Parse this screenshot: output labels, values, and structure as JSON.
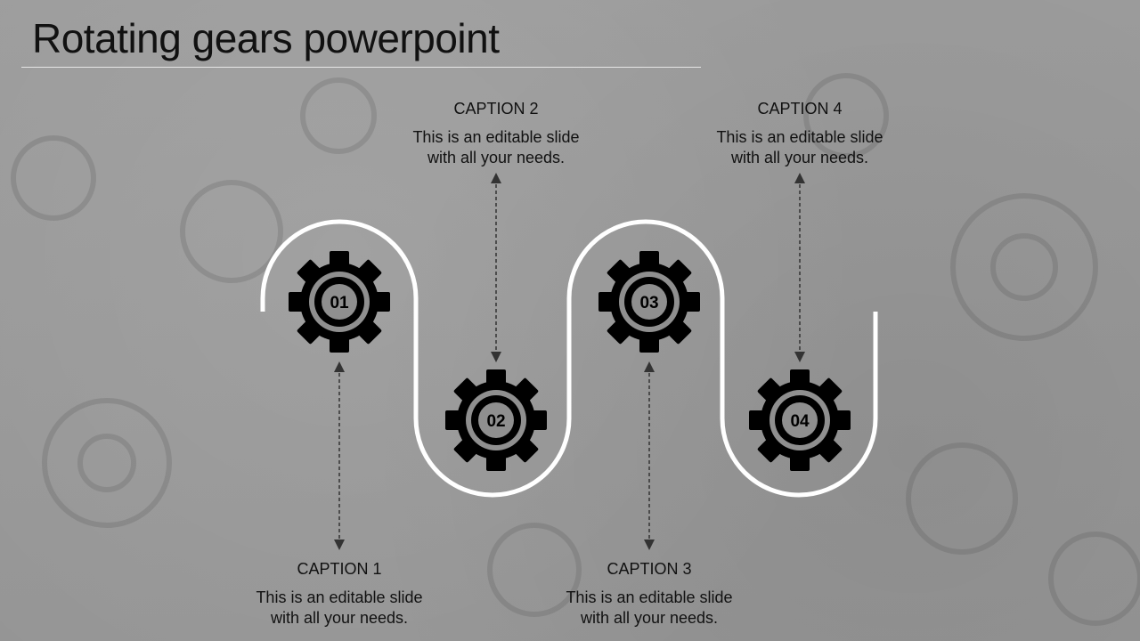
{
  "slide": {
    "title": "Rotating gears powerpoint"
  },
  "steps": [
    {
      "number": "01",
      "caption": "CAPTION 1",
      "text_line1": "This is an editable slide",
      "text_line2": "with all your needs."
    },
    {
      "number": "02",
      "caption": "CAPTION 2",
      "text_line1": "This is an editable slide",
      "text_line2": "with all your needs."
    },
    {
      "number": "03",
      "caption": "CAPTION 3",
      "text_line1": "This is an editable slide",
      "text_line2": "with all your needs."
    },
    {
      "number": "04",
      "caption": "CAPTION 4",
      "text_line1": "This is an editable slide",
      "text_line2": "with all your needs."
    }
  ],
  "colors": {
    "background": "#9a9a9a",
    "gear": "#000000",
    "path": "#ffffff",
    "text": "#111111",
    "connector": "#333333"
  },
  "icons": [
    "gear-icon"
  ]
}
